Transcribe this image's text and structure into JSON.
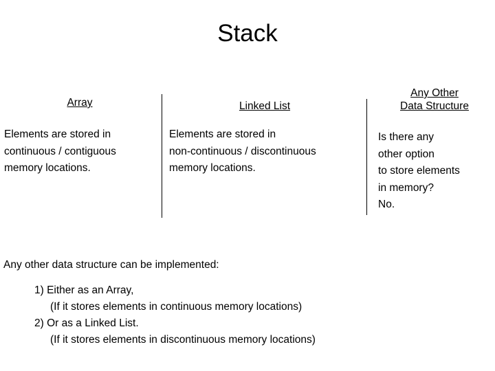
{
  "slide": {
    "title": "Stack",
    "columns": [
      {
        "header": "Array",
        "body": "Elements are stored in\ncontinuous / contiguous\nmemory locations."
      },
      {
        "header": "Linked List",
        "body": "Elements are stored in\nnon-continuous / discontinuous\nmemory locations."
      },
      {
        "header": "Any Other\nData Structure",
        "body": "Is there any\nother option\nto store elements\nin memory?",
        "body_extra": "No."
      }
    ],
    "bottom": {
      "intro": "Any other data structure can be implemented:",
      "item1": "1) Either as an Array,",
      "item1_note": "(If it stores elements in continuous memory locations)",
      "item2": "2) Or as a Linked List.",
      "item2_note": "(If it stores elements in discontinuous memory locations)"
    }
  },
  "colors": {
    "background": "#ffffff",
    "text": "#000000",
    "divider": "#000000"
  }
}
